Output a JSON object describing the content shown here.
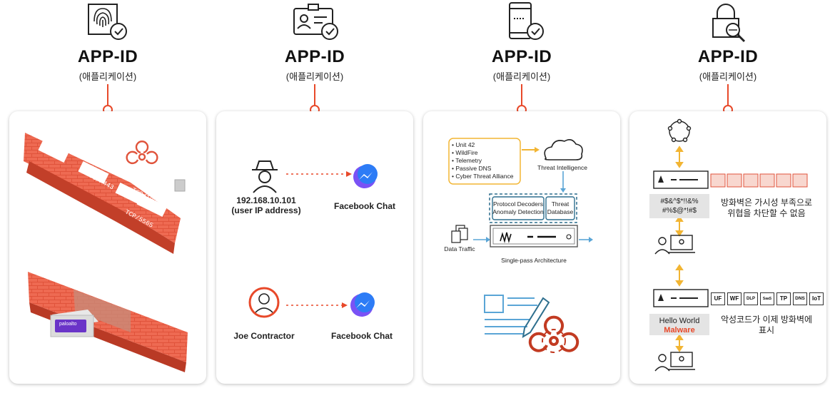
{
  "columns": [
    {
      "title": "APP-ID",
      "subtitle": "(애플리케이션)"
    },
    {
      "title": "APP-ID",
      "subtitle": "(애플리케이션)"
    },
    {
      "title": "APP-ID",
      "subtitle": "(애플리케이션)"
    },
    {
      "title": "APP-ID",
      "subtitle": "(애플리케이션)"
    }
  ],
  "card1": {
    "ports": [
      "TCP/80",
      "TCP/443",
      "TCP/188",
      "TCP/5565"
    ],
    "appliance_label": "paloalto"
  },
  "card2": {
    "user_ip": "192.168.10.101",
    "user_ip_note": "(user IP address)",
    "app1": "Facebook Chat",
    "contractor": "Joe Contractor",
    "app2": "Facebook Chat"
  },
  "card3": {
    "intel_items": [
      "Unit 42",
      "WildFire",
      "Telemetry",
      "Passive DNS",
      "Cyber Threat Alliance"
    ],
    "threat_intel": "Threat Intelligence",
    "decoders": "Protocol Decoders",
    "anomaly": "Anomaly Detection",
    "threat": "Threat",
    "database": "Database",
    "data_traffic": "Data Traffic",
    "single_pass": "Single-pass Architecture"
  },
  "card4": {
    "obfuscated1": "#$&^$*!!&%",
    "obfuscated2": "#%$@*!#$",
    "note1a": "방화벽은 가시성 부족으로",
    "note1b": "위협을 차단할 수 없음",
    "tags": [
      "UF",
      "WF",
      "DLP",
      "SaaS",
      "TP",
      "DNS",
      "IoT"
    ],
    "hello": "Hello World",
    "malware": "Malware",
    "note2a": "악성코드가 이제 방화벽에",
    "note2b": "표시"
  },
  "colors": {
    "accent": "#e8492a",
    "brick": "#e0533b",
    "teal": "#2e6f8e",
    "gold": "#f2b533"
  }
}
